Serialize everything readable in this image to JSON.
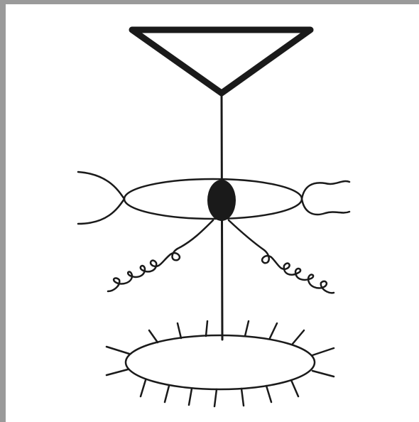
{
  "diagram": {
    "colors": {
      "ink": "#1a1a1a",
      "background": "#ffffff",
      "frame": "#9a9a9a"
    },
    "parts": [
      "triangle-head",
      "vertical-stem",
      "middle-oval",
      "dark-nucleus",
      "left-branch-tendrils",
      "right-branch-tendrils",
      "left-coil-tendril",
      "right-coil-tendril",
      "bottom-oval",
      "bottom-oval-spikes"
    ]
  }
}
